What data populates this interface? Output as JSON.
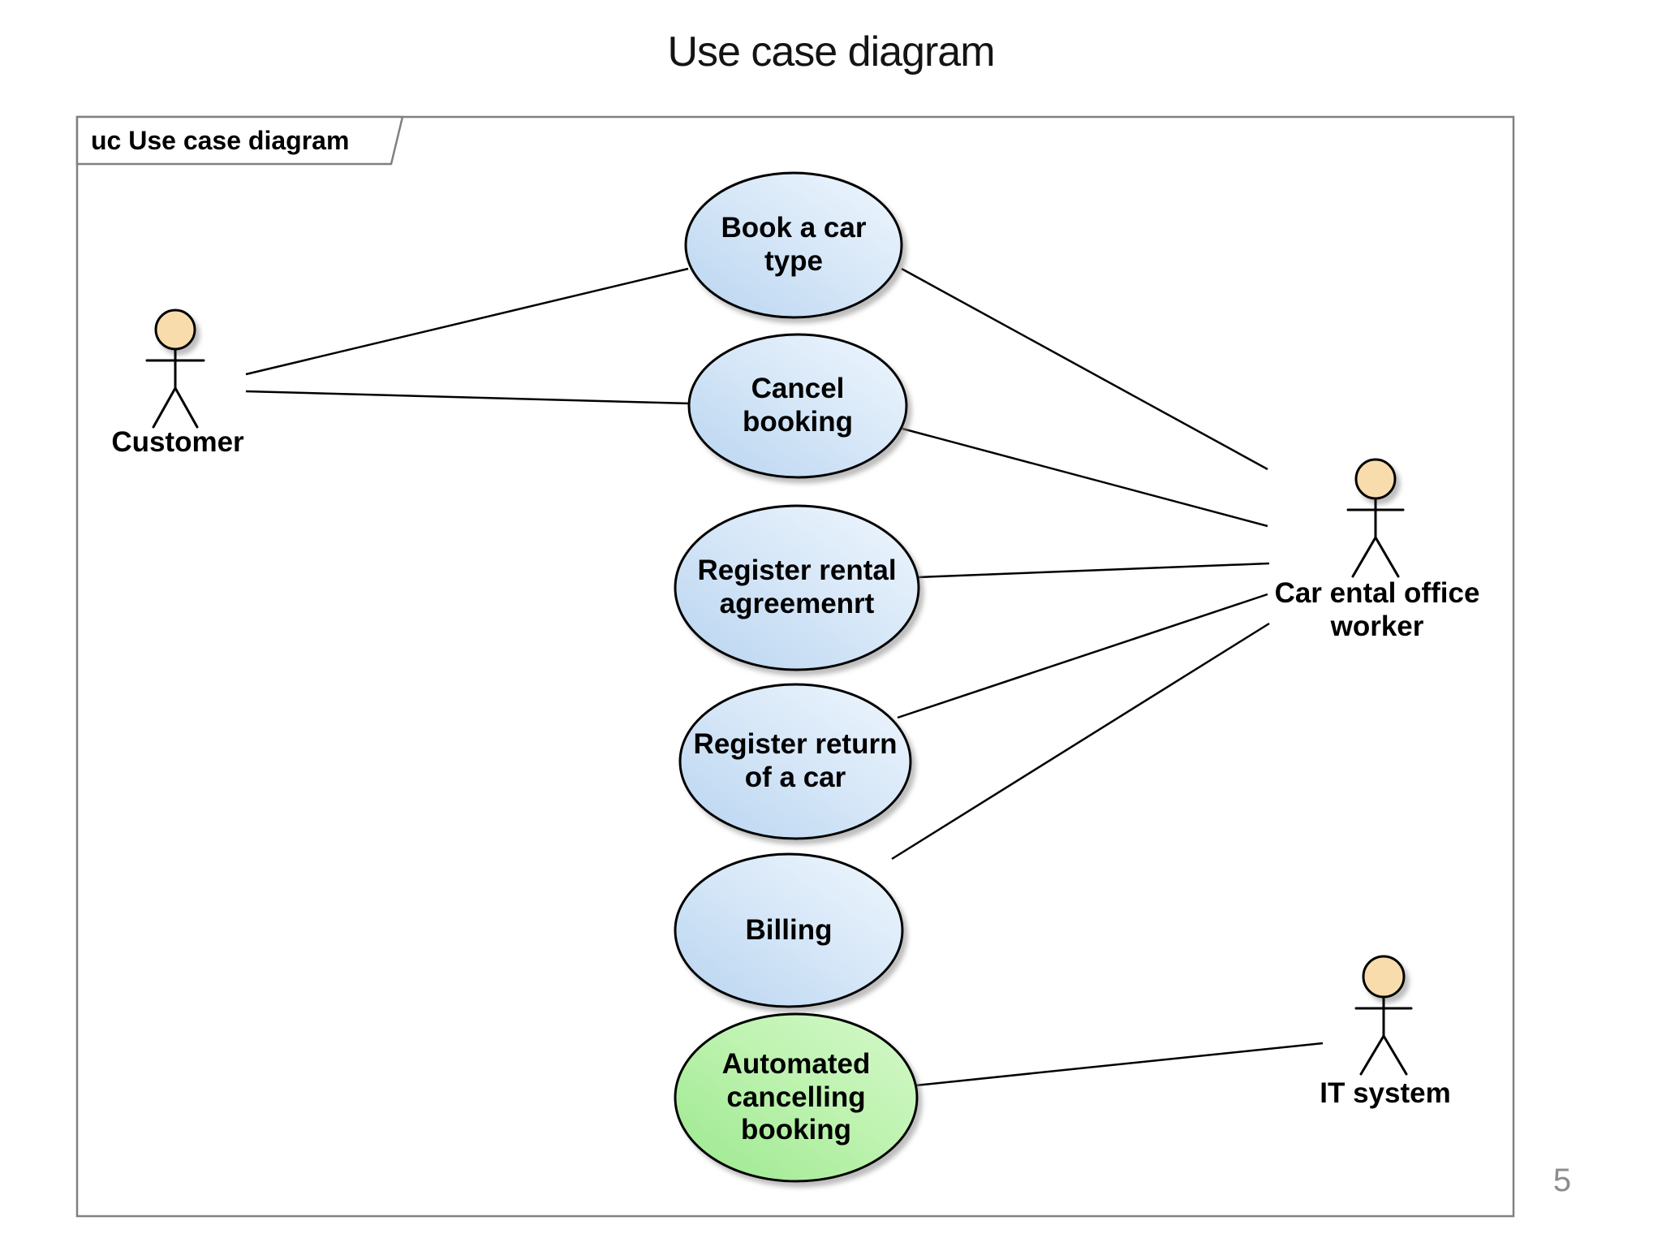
{
  "page": {
    "title": "Use case diagram",
    "page_number": "5"
  },
  "frame": {
    "label": "uc Use case diagram"
  },
  "actors": [
    {
      "id": "customer",
      "label": "Customer"
    },
    {
      "id": "car-rental-office-worker",
      "label": "Car ental office\nworker"
    },
    {
      "id": "it-system",
      "label": "IT system"
    }
  ],
  "use_cases": [
    {
      "id": "book-a-car-type",
      "label": "Book a car\ntype",
      "fill": "blue"
    },
    {
      "id": "cancel-booking",
      "label": "Cancel\nbooking",
      "fill": "blue"
    },
    {
      "id": "register-rental",
      "label": "Register rental\nagreemenrt",
      "fill": "blue"
    },
    {
      "id": "register-return",
      "label": "Register return\nof a car",
      "fill": "blue"
    },
    {
      "id": "billing",
      "label": "Billing",
      "fill": "blue"
    },
    {
      "id": "automated-cancelling",
      "label": "Automated\ncancelling\nbooking",
      "fill": "green"
    }
  ],
  "associations": [
    {
      "from": "Customer",
      "to": "Book a car type"
    },
    {
      "from": "Customer",
      "to": "Cancel booking"
    },
    {
      "from": "Book a car type",
      "to": "Car ental office worker"
    },
    {
      "from": "Cancel booking",
      "to": "Car ental office worker"
    },
    {
      "from": "Register rental agreemenrt",
      "to": "Car ental office worker"
    },
    {
      "from": "Register return of a car",
      "to": "Car ental office worker"
    },
    {
      "from": "Billing",
      "to": "Car ental office worker"
    },
    {
      "from": "Automated cancelling booking",
      "to": "IT system"
    }
  ],
  "colors": {
    "use_case_blue_dark": "#b8d4f0",
    "use_case_blue_light": "#eef6fd",
    "use_case_green_dark": "#9be88e",
    "use_case_green_light": "#d4f8ca",
    "actor_head": "#f8dcab",
    "frame_border": "#808080",
    "line_black": "#000000",
    "page_number_gray": "#8c8c8c"
  }
}
